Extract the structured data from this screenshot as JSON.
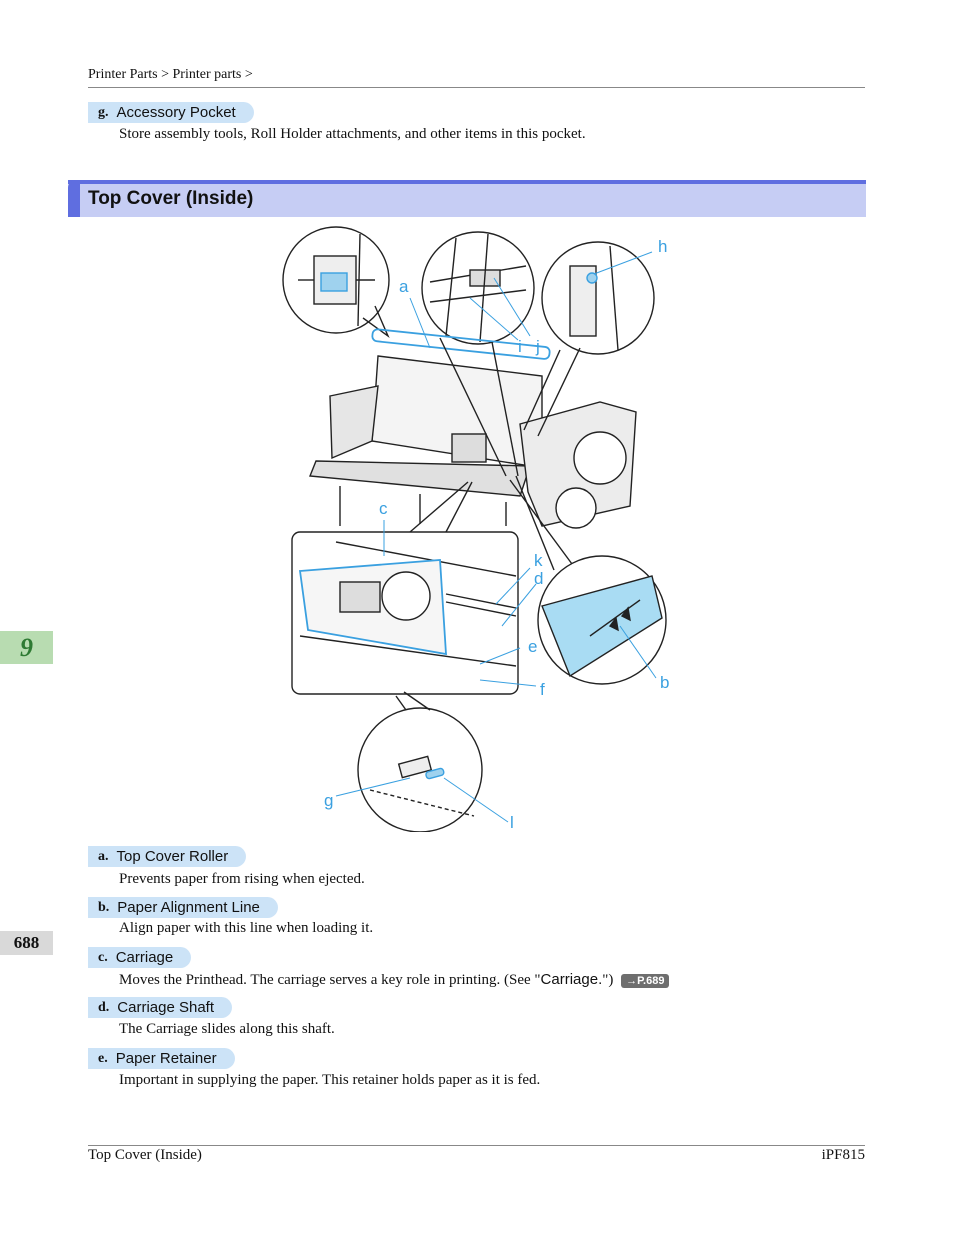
{
  "header": {
    "breadcrumb": "Printer Parts > Printer parts >"
  },
  "item_g": {
    "letter": "g.",
    "label": "Accessory Pocket",
    "desc": "Store assembly tools, Roll Holder attachments, and other items in this pocket."
  },
  "section": {
    "title": "Top Cover (Inside)"
  },
  "side_tabs": {
    "chapter": "9",
    "page": "688"
  },
  "figure": {
    "callouts": [
      "a",
      "b",
      "c",
      "d",
      "e",
      "f",
      "g",
      "h",
      "i",
      "j",
      "k",
      "l"
    ],
    "accent_color": "#3aa0e0"
  },
  "items": [
    {
      "letter": "a.",
      "label": "Top Cover Roller",
      "desc": "Prevents paper from rising when ejected."
    },
    {
      "letter": "b.",
      "label": "Paper Alignment Line",
      "desc": "Align paper with this line when loading it."
    },
    {
      "letter": "c.",
      "label": "Carriage",
      "desc_before": "Moves the Printhead. The carriage serves a key role in printing.  (See \"",
      "link": "Carriage.",
      "desc_after": "\")",
      "ref": "→P.689"
    },
    {
      "letter": "d.",
      "label": "Carriage Shaft",
      "desc": "The Carriage slides along this shaft."
    },
    {
      "letter": "e.",
      "label": "Paper Retainer",
      "desc": "Important in supplying the paper. This retainer holds paper as it is fed."
    }
  ],
  "footer": {
    "left": "Top Cover (Inside)",
    "right": "iPF815"
  },
  "colors": {
    "label_bg": "#cce3f7",
    "section_bg": "#c6cdf4",
    "section_accent": "#5f6ee0",
    "chapter_tab": "#b8dcb1"
  }
}
